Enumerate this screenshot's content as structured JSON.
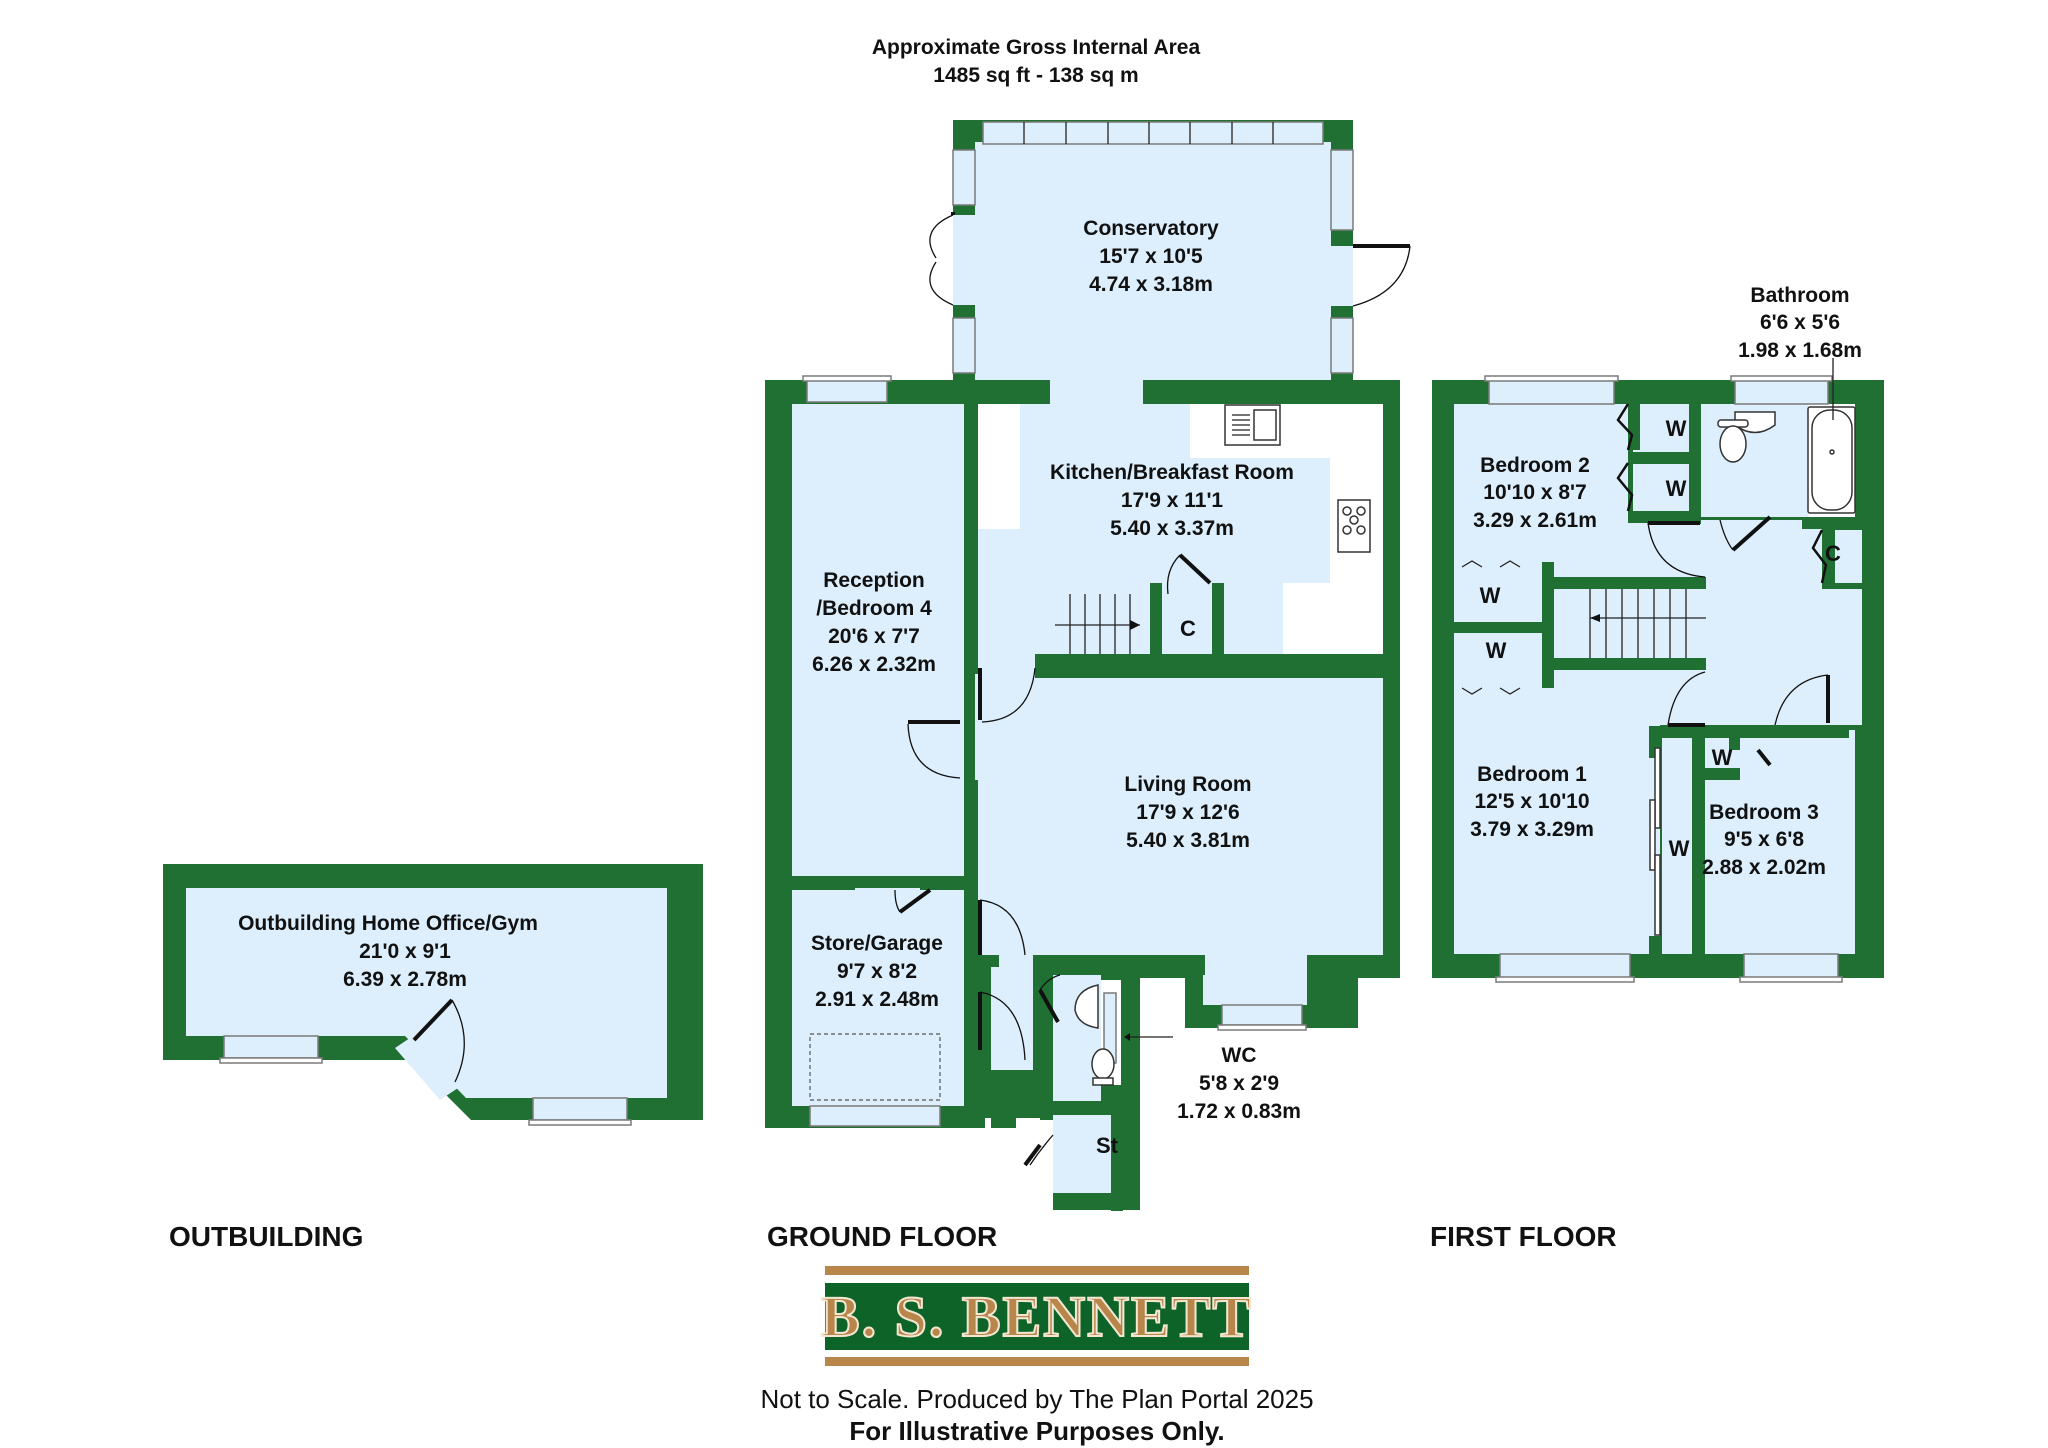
{
  "header": {
    "title": "Approximate Gross Internal Area",
    "area": "1485 sq ft - 138 sq m"
  },
  "floors": {
    "outbuilding": "OUTBUILDING",
    "ground": "GROUND FLOOR",
    "first": "FIRST FLOOR"
  },
  "rooms": {
    "outbuilding": {
      "name": "Outbuilding Home Office/Gym",
      "imperial": "21'0 x 9'1",
      "metric": "6.39 x 2.78m"
    },
    "conservatory": {
      "name": "Conservatory",
      "imperial": "15'7 x 10'5",
      "metric": "4.74 x 3.18m"
    },
    "kitchen": {
      "name": "Kitchen/Breakfast Room",
      "imperial": "17'9 x 11'1",
      "metric": "5.40 x 3.37m"
    },
    "reception": {
      "name1": "Reception",
      "name2": "/Bedroom 4",
      "imperial": "20'6 x 7'7",
      "metric": "6.26 x 2.32m"
    },
    "living": {
      "name": "Living Room",
      "imperial": "17'9 x 12'6",
      "metric": "5.40 x 3.81m"
    },
    "store": {
      "name": "Store/Garage",
      "imperial": "9'7 x 8'2",
      "metric": "2.91 x 2.48m"
    },
    "wc": {
      "name": "WC",
      "imperial": "5'8 x 2'9",
      "metric": "1.72 x 0.83m"
    },
    "bathroom": {
      "name": "Bathroom",
      "imperial": "6'6 x 5'6",
      "metric": "1.98 x 1.68m"
    },
    "bedroom2": {
      "name": "Bedroom 2",
      "imperial": "10'10 x 8'7",
      "metric": "3.29 x 2.61m"
    },
    "bedroom1": {
      "name": "Bedroom 1",
      "imperial": "12'5 x 10'10",
      "metric": "3.79 x 3.29m"
    },
    "bedroom3": {
      "name": "Bedroom 3",
      "imperial": "9'5 x 6'8",
      "metric": "2.88 x 2.02m"
    }
  },
  "labels": {
    "cupboard": "C",
    "wardrobe": "W",
    "store_small": "St"
  },
  "logo": {
    "text": "B. S. BENNETT",
    "green": "#0e6428",
    "gold": "#b8864b"
  },
  "footer": {
    "line1": "Not to Scale. Produced by The Plan Portal 2025",
    "line2": "For Illustrative Purposes Only."
  },
  "colors": {
    "wall": "#217033",
    "room": "#ddeefc"
  }
}
